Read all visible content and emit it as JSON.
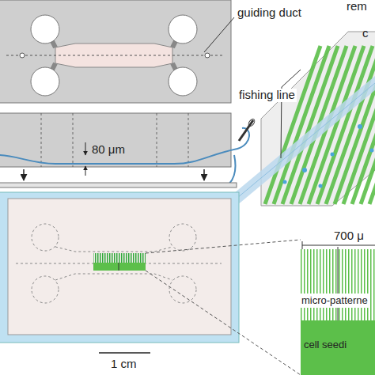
{
  "diagram": {
    "nodes": [
      {
        "text": [
          "micro-patterne"
        ]
      },
      {
        "text": [
          "cell seedi"
        ]
      }
    ],
    "labels": [
      "guiding duct",
      "rem",
      "c",
      "80 μm",
      "fishing line",
      "700 μ",
      "1 cm"
    ]
  }
}
